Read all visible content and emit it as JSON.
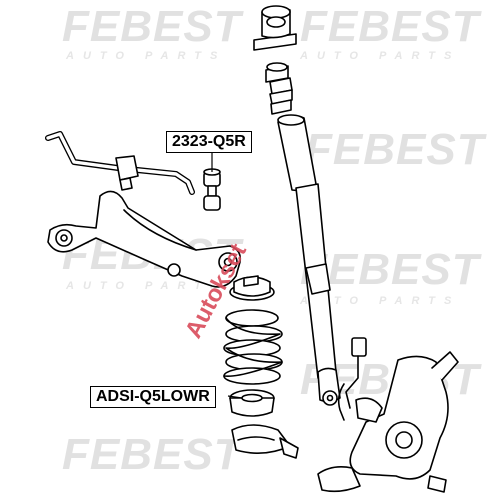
{
  "watermark": {
    "brand": "FEBEST",
    "tagline": "AUTO PARTS"
  },
  "labels": {
    "stabilizer_link": "2323-Q5R",
    "spring_bumper": "ADSI-Q5LOWR"
  },
  "stamp": {
    "text": "Autokset"
  },
  "colors": {
    "line": "#000000",
    "watermark": "#e1e1e1",
    "stamp": "#d94b5a"
  }
}
